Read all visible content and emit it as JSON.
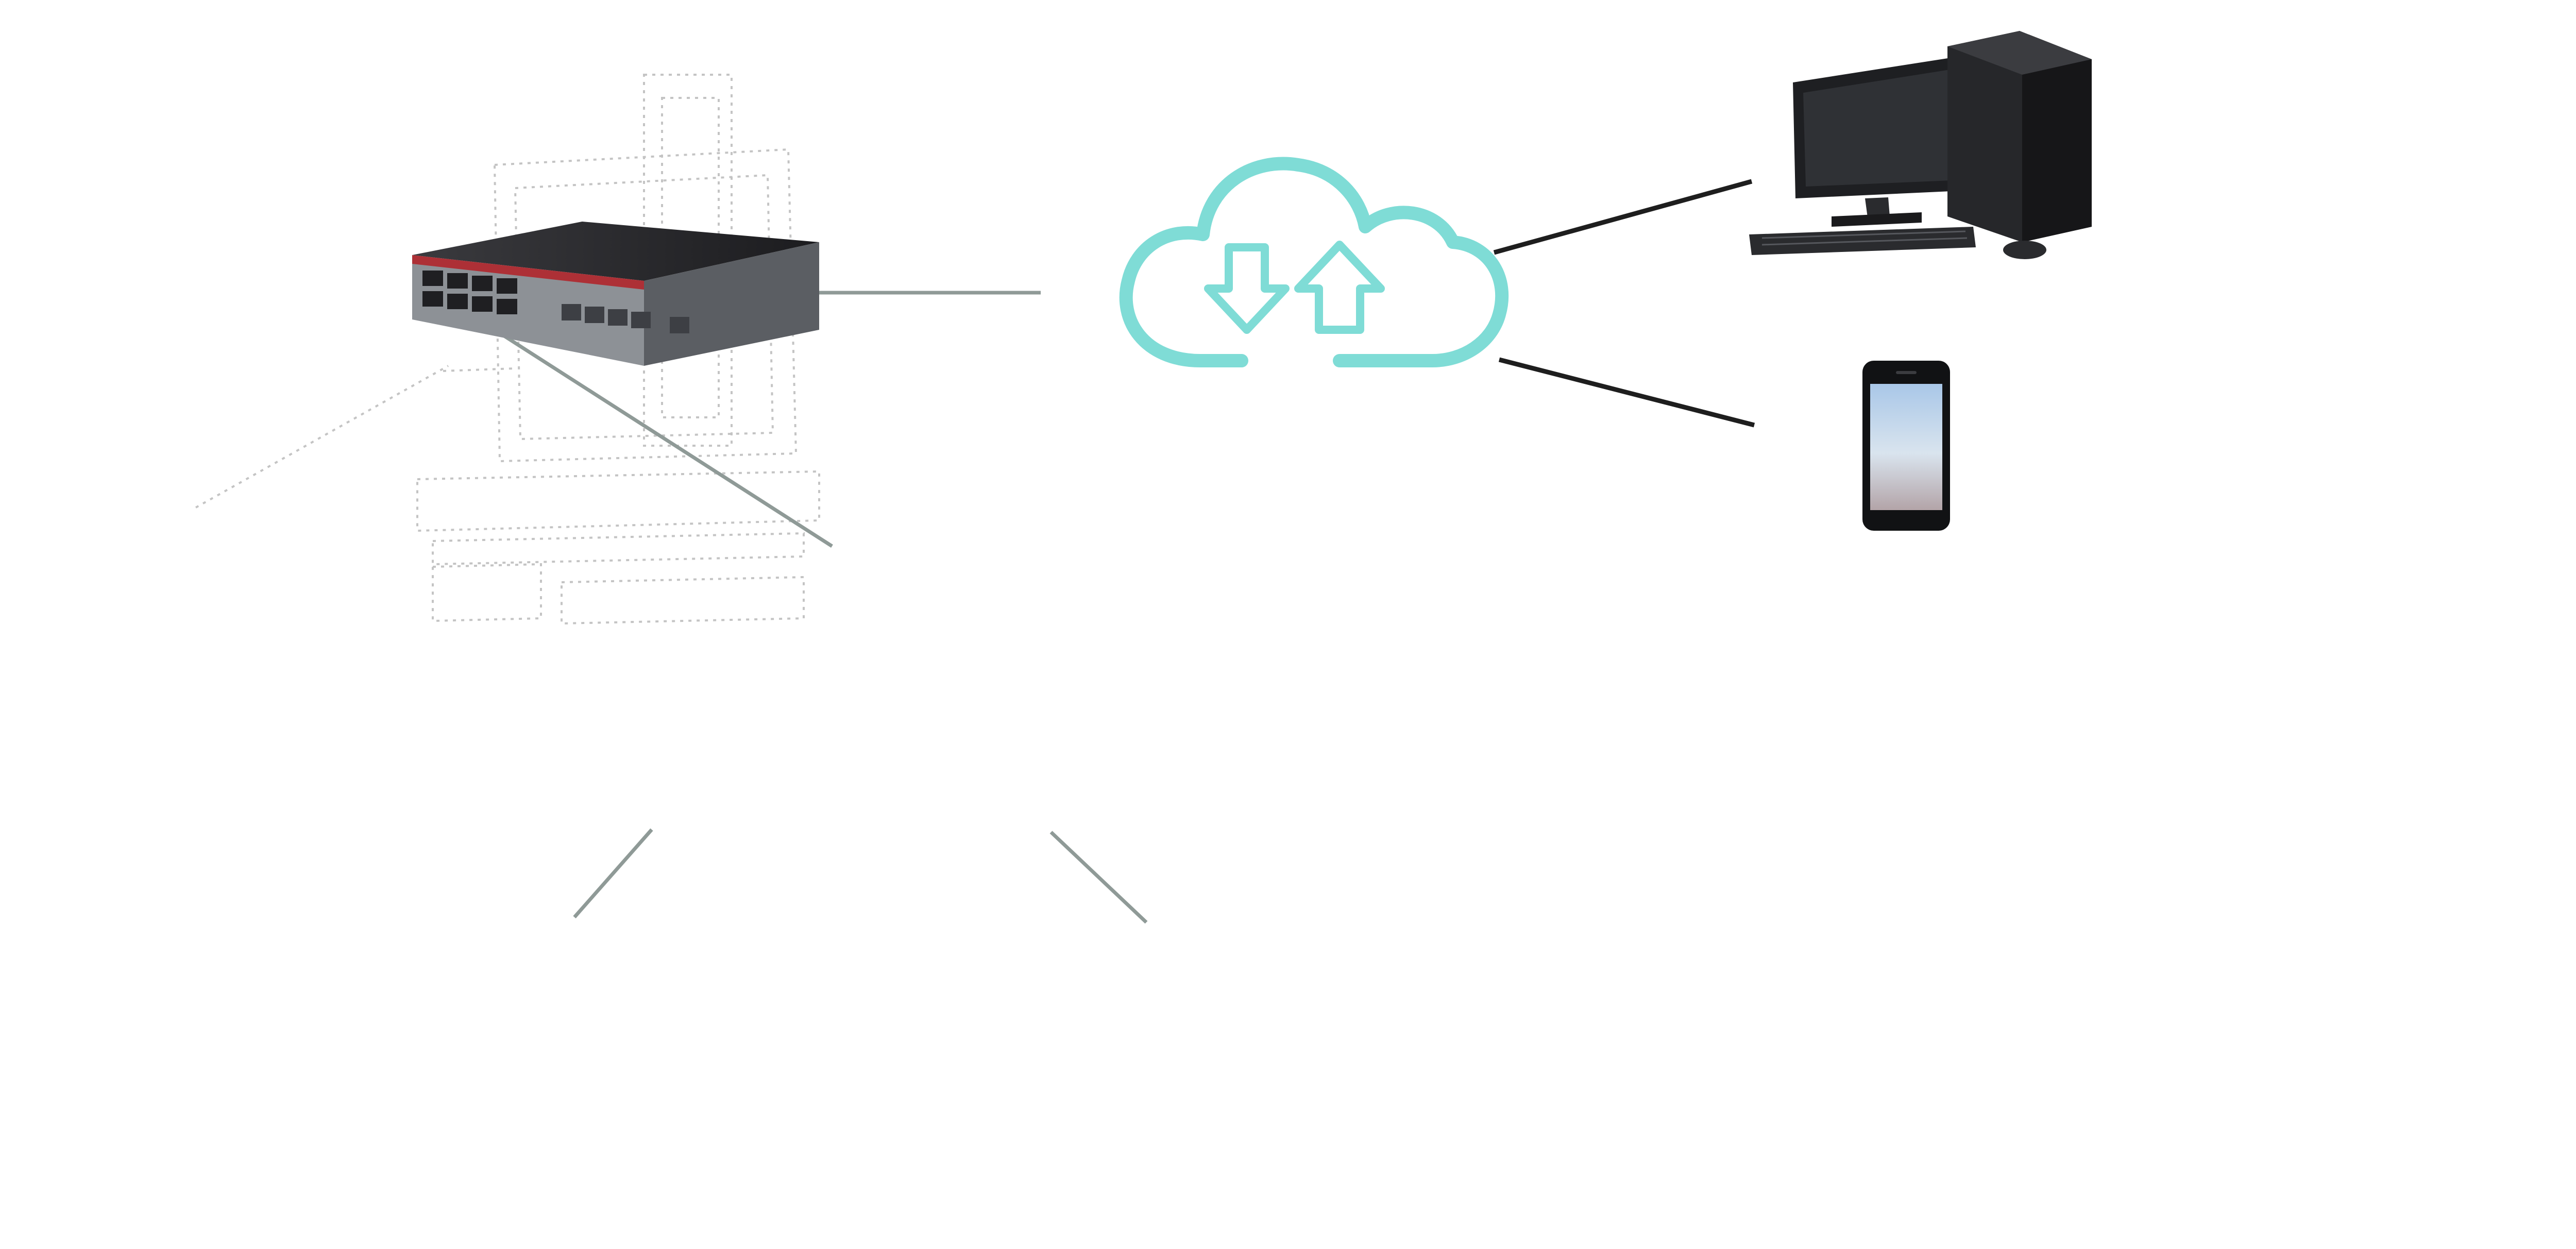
{
  "diagram": {
    "nodes": [
      {
        "id": "network-switch",
        "icon": "network-switch-icon"
      },
      {
        "id": "cloud",
        "icon": "cloud-upload-download-icon",
        "color": "#7fdcd6"
      },
      {
        "id": "desktop-computer",
        "icon": "desktop-computer-icon"
      },
      {
        "id": "smartphone",
        "icon": "smartphone-icon"
      },
      {
        "id": "wireless-controller",
        "icon": "controller-box-icon"
      },
      {
        "id": "sensor-node-left",
        "icon": "sensor-with-alarm-icon"
      },
      {
        "id": "sensor-node-right",
        "icon": "sensor-with-alarm-icon"
      },
      {
        "id": "electrical-cabinet",
        "icon": "distribution-cabinet-icon"
      }
    ],
    "edges": [
      {
        "from": "network-switch",
        "to": "cloud"
      },
      {
        "from": "cloud",
        "to": "desktop-computer"
      },
      {
        "from": "cloud",
        "to": "smartphone"
      },
      {
        "from": "network-switch",
        "to": "wireless-controller"
      },
      {
        "from": "wireless-controller",
        "to": "sensor-node-left"
      },
      {
        "from": "wireless-controller",
        "to": "sensor-node-right"
      }
    ],
    "colors": {
      "cloud": "#7fdcd6",
      "alarm_red": "#e8323c",
      "line_gray": "#8f9a97",
      "line_dark": "#1e1e1e",
      "device_dark": "#2b2b2e",
      "device_panel": "#a7adb4"
    }
  }
}
